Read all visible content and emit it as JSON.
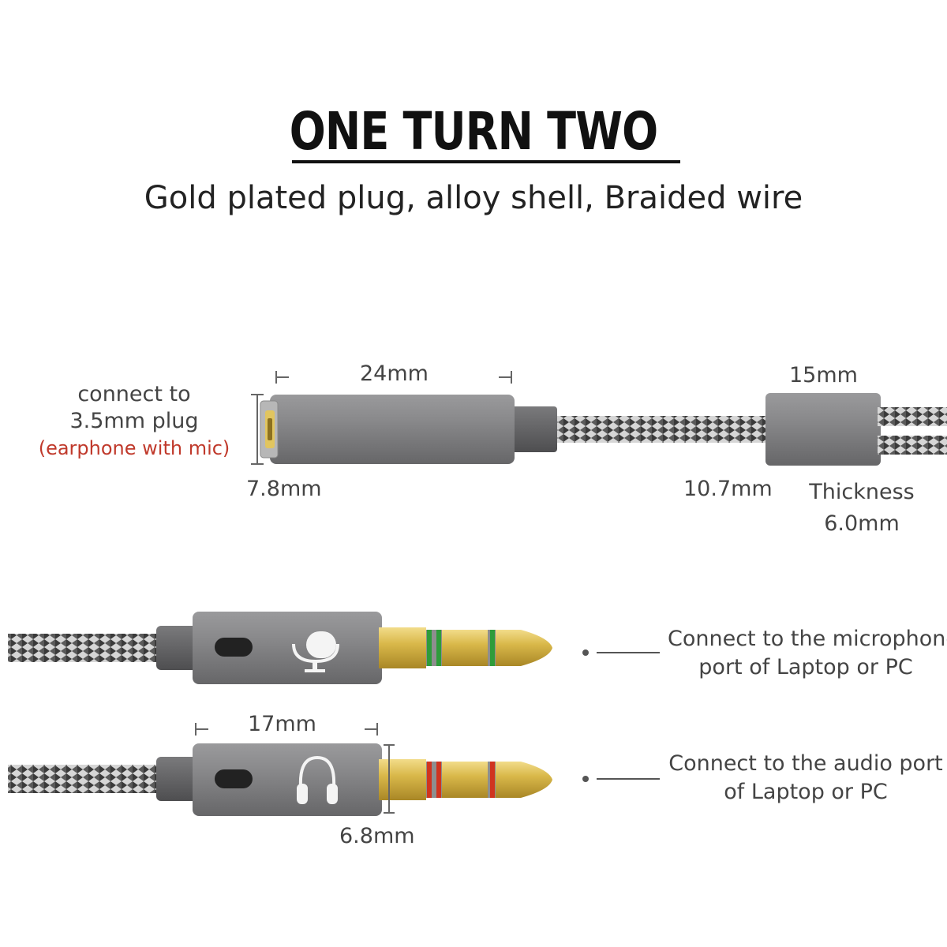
{
  "title": "ONE TURN TWO",
  "subtitle": "Gold plated plug, alloy shell, Braided wire",
  "female_jack": {
    "connect_line1": "connect to",
    "connect_line2": "3.5mm plug",
    "connect_line3": "(earphone with mic)",
    "length": "24mm",
    "diameter": "7.8mm"
  },
  "splitter": {
    "length": "15mm",
    "width": "10.7mm",
    "thickness_label": "Thickness",
    "thickness_value": "6.0mm"
  },
  "mic_plug": {
    "icon": "microphone-icon",
    "ring_color": "#2e9c3a",
    "desc_line1": "Connect to the microphone",
    "desc_line2": "port of Laptop or PC"
  },
  "audio_plug": {
    "icon": "headphone-icon",
    "ring_color": "#d0341f",
    "length": "17mm",
    "diameter": "6.8mm",
    "desc_line1": "Connect to the audio port",
    "desc_line2": "of Laptop or PC"
  },
  "colors": {
    "shell": "#7e7e80",
    "gold": "#d9b84a",
    "cable_dark": "#3a3a3a",
    "cable_light": "#d8d8d8"
  }
}
